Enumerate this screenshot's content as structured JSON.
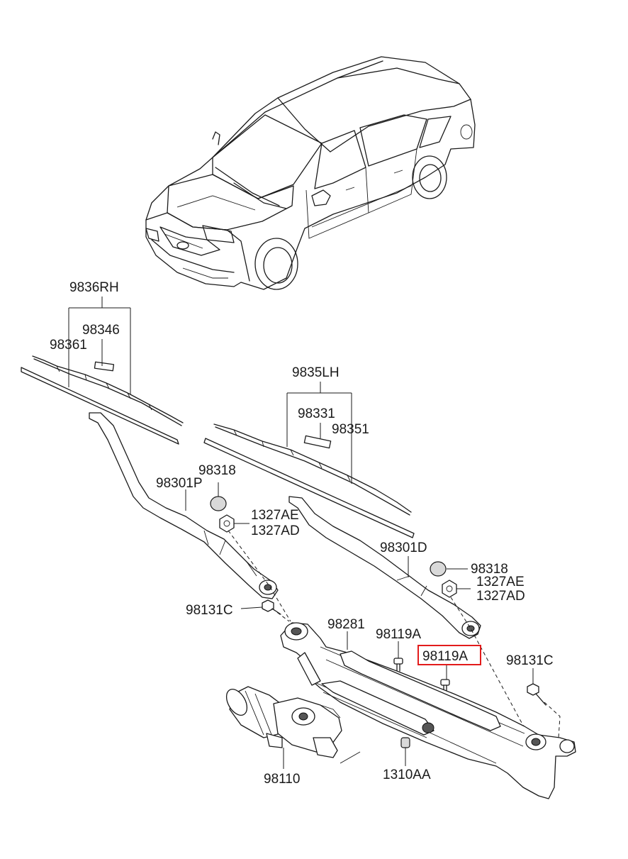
{
  "labels": {
    "rh_blade_assy": "9836RH",
    "rh_insert": "98346",
    "rh_refill": "98361",
    "lh_blade_assy": "9835LH",
    "lh_insert": "98331",
    "lh_refill": "98351",
    "cap_upper": "98318",
    "arm_passenger": "98301P",
    "nut_ae_upper": "1327AE",
    "nut_ad_upper": "1327AD",
    "arm_driver": "98301D",
    "cap_lower": "98318",
    "nut_ae_lower": "1327AE",
    "nut_ad_lower": "1327AD",
    "bolt_left": "98131C",
    "linkage": "98281",
    "screw_a": "98119A",
    "screw_a_highlighted": "98119A",
    "bolt_right": "98131C",
    "motor": "98110",
    "grommet": "1310AA"
  },
  "highlight": {
    "color": "#e21b1b",
    "target": "screw_a_highlighted"
  }
}
